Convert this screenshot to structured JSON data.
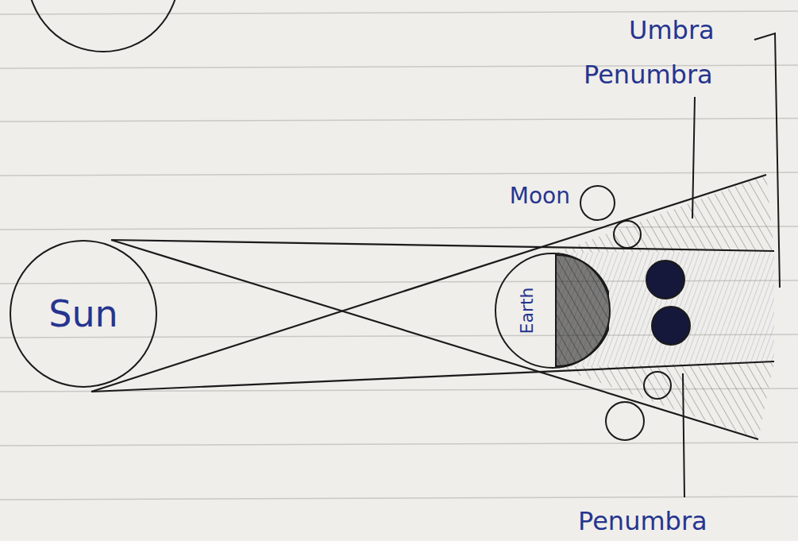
{
  "diagram": {
    "nodes": [
      {
        "text": [
          "Sun"
        ]
      },
      {
        "text": [
          "Earth"
        ]
      },
      {
        "text": [
          "Moon"
        ]
      }
    ],
    "labels": [
      "Umbra",
      "Penumbra",
      "Penumbra"
    ]
  }
}
